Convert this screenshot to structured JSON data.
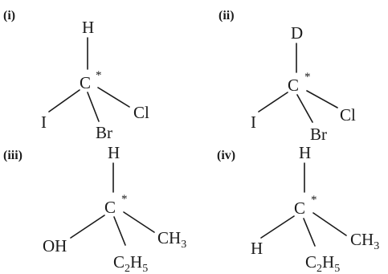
{
  "panels": [
    {
      "label": "(i)",
      "center": "C",
      "star": "*",
      "top": "H",
      "left": "I",
      "bottom": "Br",
      "right": "Cl"
    },
    {
      "label": "(ii)",
      "center": "C",
      "star": "*",
      "top": "D",
      "left": "I",
      "bottom": "Br",
      "right": "Cl"
    },
    {
      "label": "(iii)",
      "center": "C",
      "star": "*",
      "top": "H",
      "left": "OH",
      "bottom_main": "C",
      "bottom_sub1": "2",
      "bottom_mid": "H",
      "bottom_sub2": "5",
      "right_main": "CH",
      "right_sub": "3"
    },
    {
      "label": "(iv)",
      "center": "C",
      "star": "*",
      "top": "H",
      "left": "H",
      "bottom_main": "C",
      "bottom_sub1": "2",
      "bottom_mid": "H",
      "bottom_sub2": "5",
      "right_main": "CH",
      "right_sub": "3"
    }
  ]
}
